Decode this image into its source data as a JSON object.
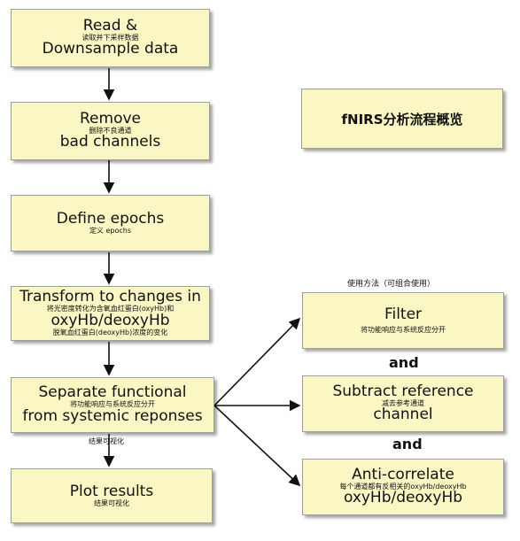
{
  "overview_title": "fNIRS分析流程概览",
  "steps": [
    {
      "title_lines": [
        "Read &",
        "Downsample data"
      ],
      "subtitle": "读取并下采样数据"
    },
    {
      "title_lines": [
        "Remove",
        "bad channels"
      ],
      "subtitle": "删除不良通道"
    },
    {
      "title_lines": [
        "Define epochs"
      ],
      "subtitle": "定义 epochs"
    },
    {
      "title_lines": [
        "Transform to changes in",
        "oxyHb/deoxyHb"
      ],
      "subtitle_lines": [
        "将光密度转化为含氧血红蛋白(oxyHb)和",
        "脱氧血红蛋白(deoxyHb)浓度的变化"
      ]
    },
    {
      "title_lines": [
        "Separate functional",
        "from systemic reponses"
      ],
      "subtitle": "将功能响应与系统反应分开"
    },
    {
      "title_lines": [
        "Plot results"
      ],
      "subtitle": "结果可视化"
    }
  ],
  "arrow_label_plot": "结果可视化",
  "usage_label": "使用方法（可组合使用）",
  "methods": [
    {
      "title_lines": [
        "Filter"
      ],
      "subtitle": "将功能响应与系统反应分开"
    },
    {
      "title_lines": [
        "Subtract reference",
        "channel"
      ],
      "subtitle": "减去参考通道"
    },
    {
      "title_lines": [
        "Anti-correlate",
        "oxyHb/deoxyHb"
      ],
      "subtitle": "每个通道都有反相关的oxyHb/deoxyHb"
    }
  ],
  "connector_word": "and"
}
